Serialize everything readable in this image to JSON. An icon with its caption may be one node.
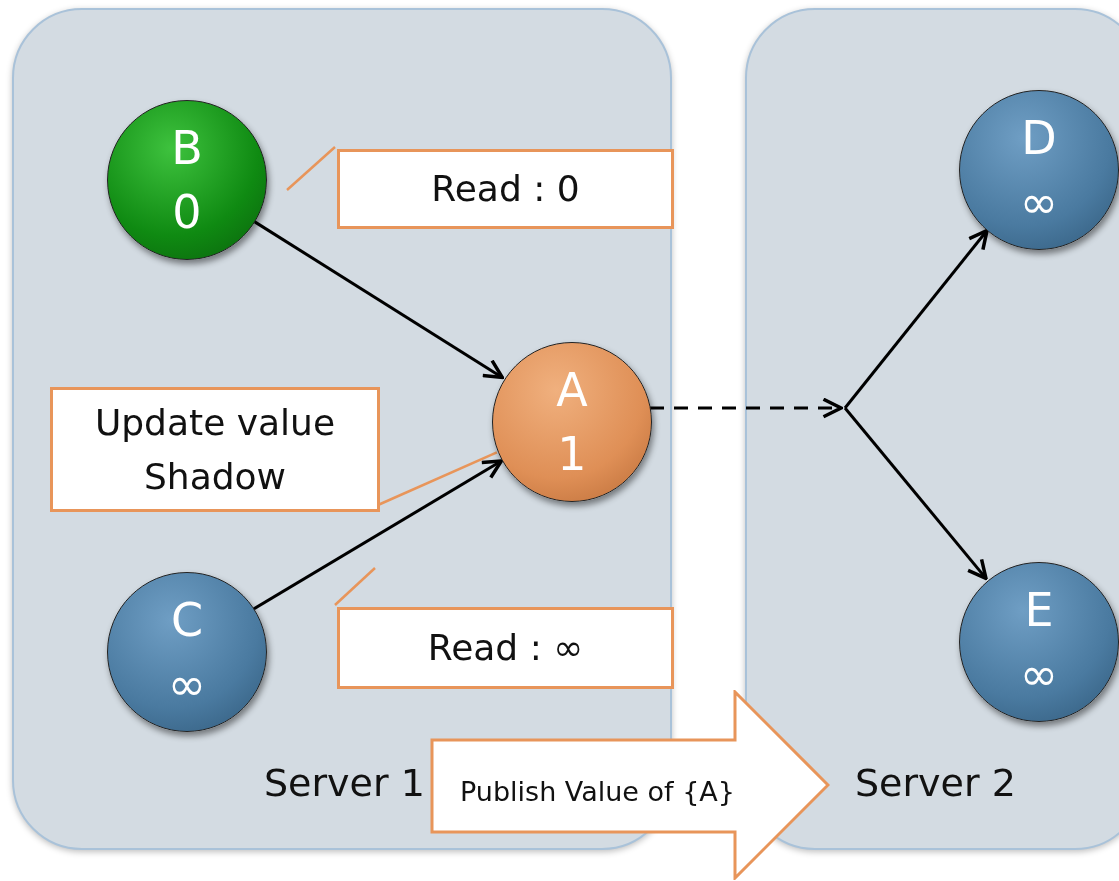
{
  "diagram": {
    "nodes": [
      {
        "text": [
          "Server 1"
        ]
      },
      {
        "text": [
          "Server 2"
        ]
      },
      {
        "text": [
          "B",
          "0"
        ],
        "in": 0
      },
      {
        "text": [
          "C",
          "∞"
        ],
        "in": 0
      },
      {
        "text": [
          "A",
          "1"
        ],
        "in": 0
      },
      {
        "text": [
          "D",
          "∞"
        ],
        "in": 1
      },
      {
        "text": [
          "E",
          "∞"
        ],
        "in": 1
      },
      {
        "text": [
          "Read : 0"
        ],
        "in": 0
      },
      {
        "text": [
          "Update value Shadow"
        ],
        "in": 0
      },
      {
        "text": [
          "Read : ∞"
        ],
        "in": 0
      },
      {
        "text": [
          "Publish Value of {A}"
        ]
      }
    ],
    "edges": [
      {
        "from": 2,
        "to": 4,
        "arrow": "to"
      },
      {
        "from": 3,
        "to": 4,
        "arrow": "to"
      },
      {
        "from": 4,
        "to": 5,
        "arrow": "to"
      },
      {
        "from": 4,
        "to": 6,
        "arrow": "to"
      },
      {
        "from": 7,
        "to": null,
        "arrow": "none",
        "color": "#e8955a"
      },
      {
        "from": 8,
        "to": 4,
        "arrow": "none",
        "color": "#e8955a"
      },
      {
        "from": 9,
        "to": null,
        "arrow": "none",
        "color": "#e8955a"
      }
    ]
  }
}
